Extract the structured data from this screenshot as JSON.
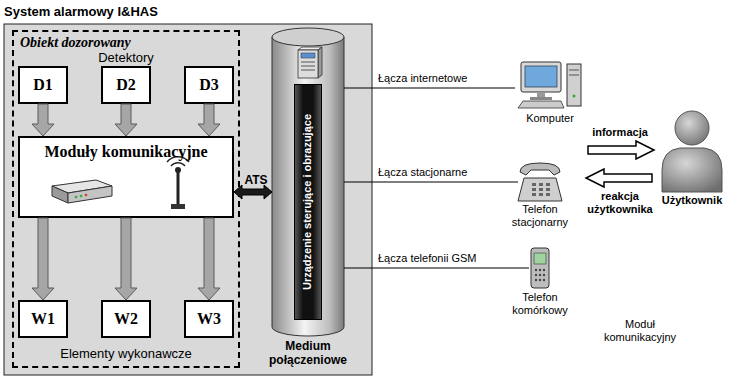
{
  "diagram": {
    "title": "System alarmowy I&HAS",
    "nodes": [
      {
        "text": [
          "Obiekt dozorowany"
        ]
      },
      {
        "text": [
          "D1"
        ],
        "in": 0
      },
      {
        "text": [
          "D2"
        ],
        "in": 0
      },
      {
        "text": [
          "D3"
        ],
        "in": 0
      },
      {
        "text": [
          "Moduły komunikacyjne"
        ],
        "in": 0
      },
      {
        "text": [
          "W1"
        ],
        "in": 0
      },
      {
        "text": [
          "W2"
        ],
        "in": 0
      },
      {
        "text": [
          "W3"
        ],
        "in": 0
      },
      {
        "text": [
          "Medium połączeniowe"
        ]
      },
      {
        "text": [
          "Urządzenie sterujące i obrazujące"
        ],
        "in": 8
      },
      {
        "text": [
          "Komputer"
        ]
      },
      {
        "text": [
          "Telefon stacjonarny"
        ]
      },
      {
        "text": [
          "Telefon komórkowy"
        ]
      },
      {
        "text": [
          "Użytkownik"
        ]
      }
    ],
    "edges": [
      {
        "from": 1,
        "to": 4,
        "arrow": "to"
      },
      {
        "from": 2,
        "to": 4,
        "arrow": "to"
      },
      {
        "from": 3,
        "to": 4,
        "arrow": "to"
      },
      {
        "from": 4,
        "to": 5,
        "arrow": "to"
      },
      {
        "from": 4,
        "to": 6,
        "arrow": "to"
      },
      {
        "from": 4,
        "to": 7,
        "arrow": "to"
      },
      {
        "from": 4,
        "to": 8,
        "label": "ATS",
        "arrow": "both"
      },
      {
        "from": 8,
        "to": 10,
        "label": "Łącza internetowe",
        "arrow": "none"
      },
      {
        "from": 8,
        "to": 11,
        "label": "Łącza stacjonarne",
        "arrow": "none"
      },
      {
        "from": 8,
        "to": 12,
        "label": "Łącza telefonii GSM",
        "arrow": "none"
      }
    ],
    "labels": [
      "Detektory",
      "Elementy wykonawcze",
      "informacja",
      "reakcja użytkownika",
      "Moduł komunikacyjny"
    ]
  }
}
